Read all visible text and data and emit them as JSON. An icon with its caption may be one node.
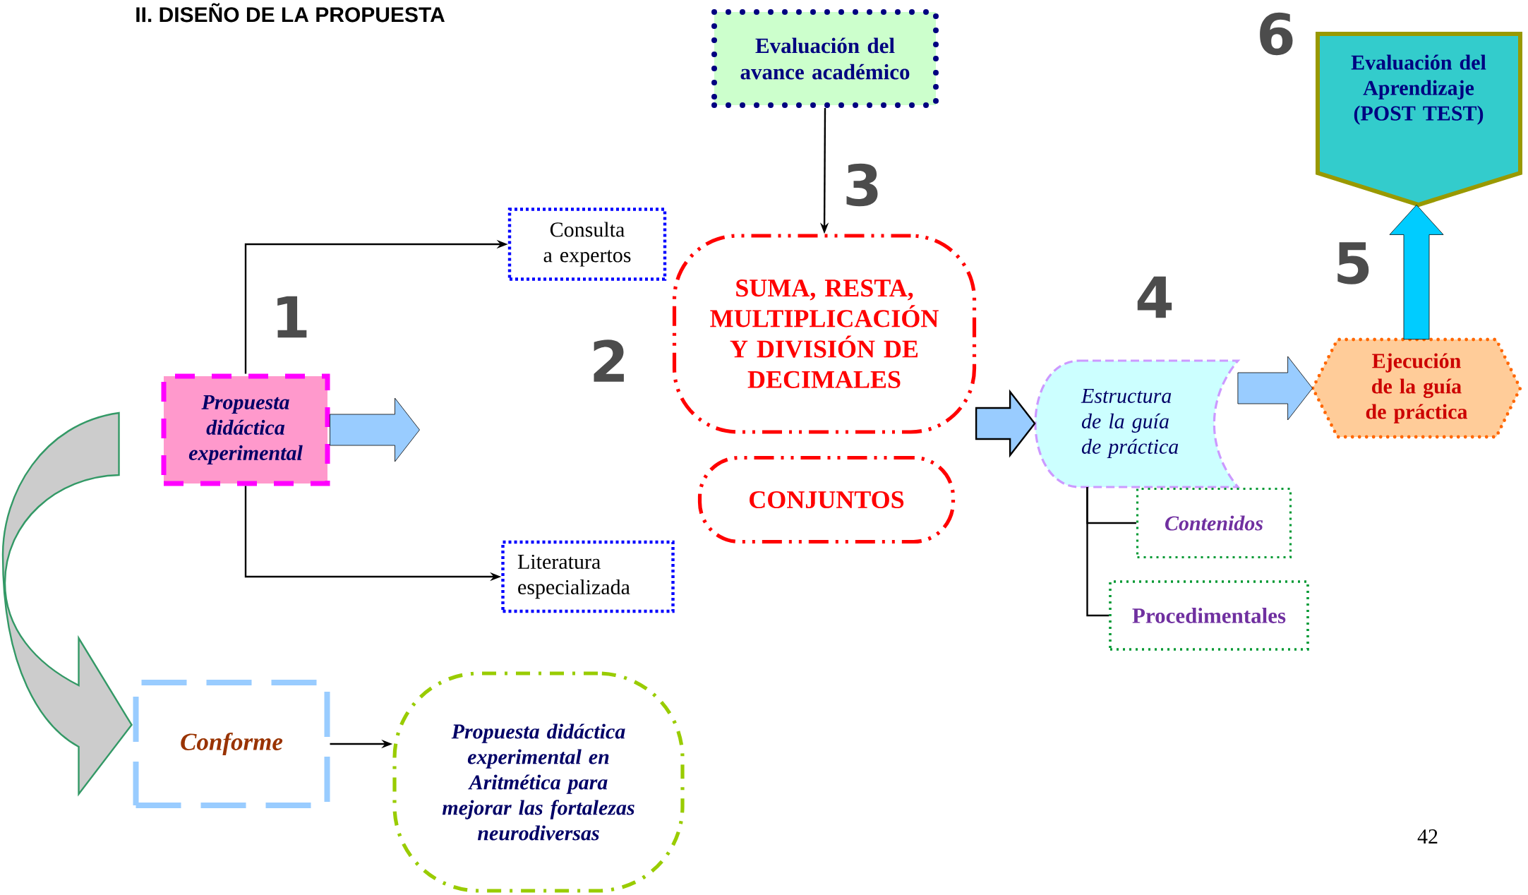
{
  "diagram": {
    "title": "II. DISEÑO DE LA PROPUESTA",
    "nodes": [
      {
        "text": [
          "Evaluación del avance académico"
        ]
      },
      {
        "text": [
          "Consulta a expertos"
        ]
      },
      {
        "text": [
          "SUMA, RESTA, MULTIPLICACIÓN Y DIVISIÓN DE DECIMALES"
        ]
      },
      {
        "text": [
          "CONJUNTOS"
        ]
      },
      {
        "text": [
          "Propuesta didáctica experimental"
        ]
      },
      {
        "text": [
          "Literatura especializada"
        ]
      },
      {
        "text": [
          "Estructura de la guía de práctica"
        ]
      },
      {
        "text": [
          "Contenidos"
        ]
      },
      {
        "text": [
          "Procedimentales"
        ]
      },
      {
        "text": [
          "Ejecución de la guía de práctica"
        ]
      },
      {
        "text": [
          "Evaluación del Aprendizaje (POST TEST)"
        ]
      },
      {
        "text": [
          "Conforme"
        ]
      },
      {
        "text": [
          "Propuesta didáctica experimental en Aritmética para mejorar las fortalezas neurodiversas"
        ]
      }
    ],
    "edges": [
      {
        "from": 0,
        "to": 2,
        "arrow": "to"
      },
      {
        "from": 4,
        "to": 1,
        "arrow": "to"
      },
      {
        "from": 4,
        "to": 5,
        "arrow": "to"
      },
      {
        "from": 4,
        "to": null,
        "arrow": "to",
        "style": "thick",
        "color": "#99ccff"
      },
      {
        "from": 2,
        "to": 6,
        "arrow": "to",
        "style": "thick",
        "color": "#99ccff"
      },
      {
        "from": 6,
        "to": 7,
        "arrow": "none"
      },
      {
        "from": 6,
        "to": 8,
        "arrow": "none"
      },
      {
        "from": 6,
        "to": 9,
        "arrow": "to",
        "style": "thick",
        "color": "#99ccff"
      },
      {
        "from": 9,
        "to": 10,
        "arrow": "to",
        "style": "thick",
        "color": "#00ccff"
      },
      {
        "from": 4,
        "to": 11,
        "arrow": "to",
        "style": "thick",
        "color": "#cccccc"
      },
      {
        "from": 11,
        "to": 12,
        "arrow": "to"
      }
    ],
    "labels": [
      "6",
      "3",
      "5",
      "4",
      "1",
      "2",
      "42"
    ]
  }
}
